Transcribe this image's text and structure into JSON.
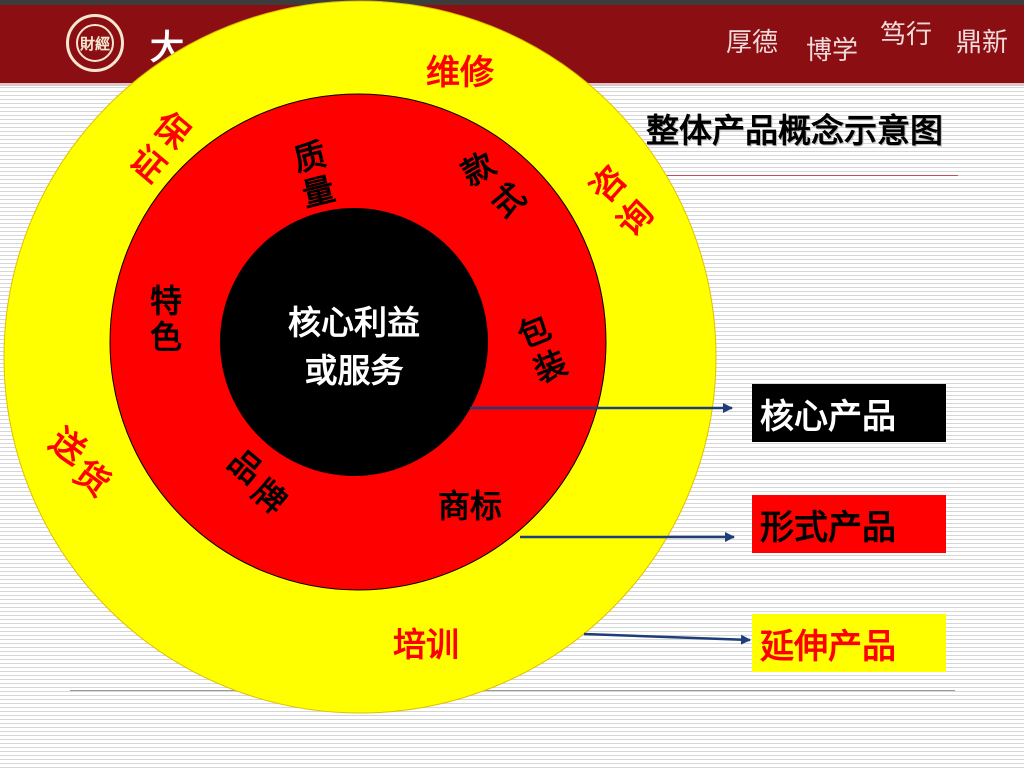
{
  "header": {
    "motto": [
      "厚德",
      "博学",
      "笃行",
      "鼎新"
    ],
    "seal_text": "財經"
  },
  "title": "整体产品概念示意图",
  "core": {
    "line1": "核心利益",
    "line2": "或服务"
  },
  "form_items": [
    "质量",
    "款式",
    "包装",
    "商标",
    "品牌",
    "特色"
  ],
  "extended_items": [
    "维修",
    "咨询",
    "培训",
    "送货",
    "保证"
  ],
  "legend": [
    {
      "label": "核心产品",
      "bg": "#000000",
      "color": "#ffffff"
    },
    {
      "label": "形式产品",
      "bg": "#ff0000",
      "color": "#000000"
    },
    {
      "label": "延伸产品",
      "bg": "#ffff00",
      "color": "#ff0000"
    }
  ],
  "colors": {
    "outer": "#ffff00",
    "middle": "#ff0000",
    "inner": "#000000",
    "arrow": "#1f3d7a",
    "header": "#8b0e12"
  }
}
